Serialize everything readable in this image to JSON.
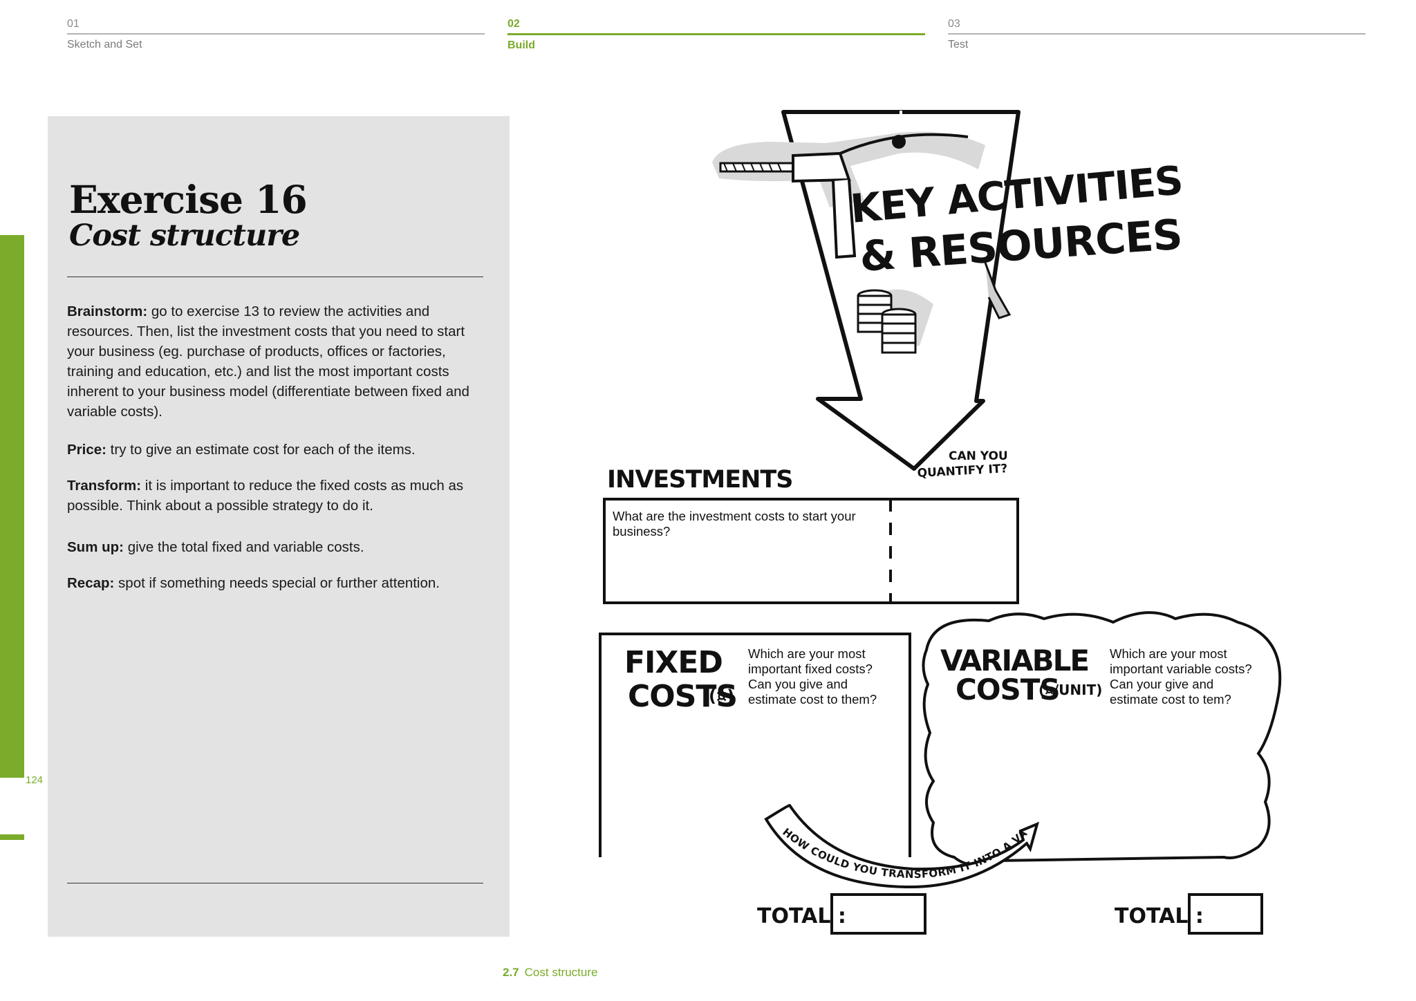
{
  "steps": [
    {
      "num": "01",
      "label": "Sketch and Set"
    },
    {
      "num": "02",
      "label": "Build"
    },
    {
      "num": "03",
      "label": "Test"
    }
  ],
  "page_number": "124",
  "exercise": {
    "title": "Exercise 16",
    "subtitle": "Cost structure",
    "paragraphs": [
      {
        "head": "Brainstorm:",
        "text": " go to exercise 13 to review the activities and resources. Then, list the investment costs that you need to start your business (eg. purchase of products, offices or factories, training and education, etc.) and list the most important costs inherent to your business model (differentiate between fixed and variable costs)."
      },
      {
        "head": "Price:",
        "text": " try to give an estimate cost for each of the items."
      },
      {
        "head": "Transform:",
        "text": " it is important to reduce the fixed costs as much as possible. Think about a possible strategy to do it."
      },
      {
        "head": "Sum up:",
        "text": " give the total fixed and variable costs."
      },
      {
        "head": "Recap:",
        "text": " spot if something needs special or further attention."
      }
    ]
  },
  "sheet": {
    "key_title_1": "KEY ACTIVITIES",
    "key_title_2": "& RESOURCES",
    "investments_label": "INVESTMENTS",
    "quantify_1": "CAN YOU",
    "quantify_2": "QUANTIFY IT?",
    "investments_prompt": "What are the investment costs to start your business?",
    "fixed_label_1": "FIXED",
    "fixed_label_2": "COSTS",
    "fixed_unit": "(¤)",
    "fixed_prompt": "Which are your most important fixed costs? Can you give and estimate cost to them?",
    "variable_label_1": "VARIABLE",
    "variable_label_2": "COSTS",
    "variable_unit": "(¤/UNIT)",
    "variable_prompt": "Which are your most important variable costs? Can your give and estimate cost to tem?",
    "transform_text": "HOW COULD YOU TRANSFORM IT INTO A VARIABLE COST?",
    "total_label": "TOTAL :"
  },
  "footer": {
    "section": "2.7",
    "title": "Cost structure"
  },
  "colors": {
    "accent": "#7aab2a",
    "panel": "#e3e3e4"
  }
}
